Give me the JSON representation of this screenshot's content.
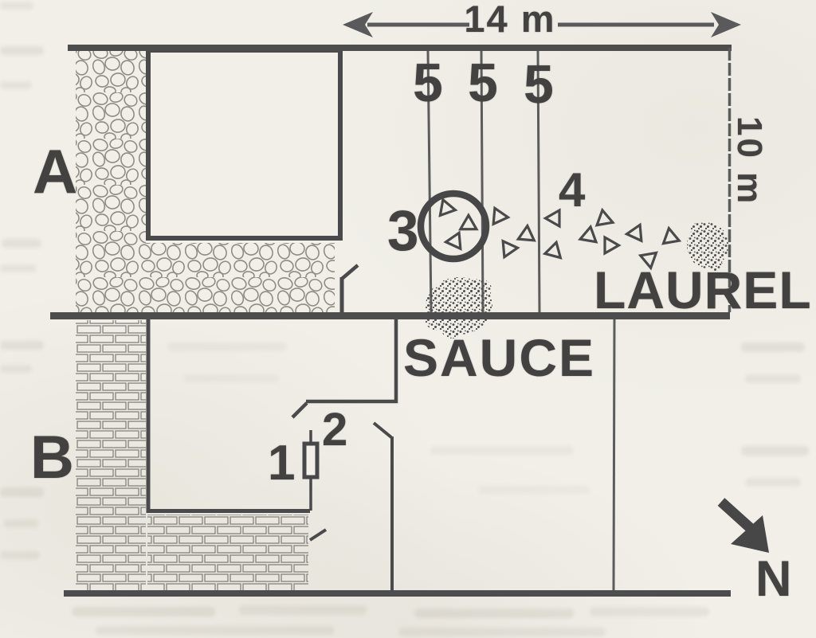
{
  "figure": {
    "zone_labels": {
      "a": "A",
      "b": "B"
    },
    "dimension_labels": {
      "width": "14 m",
      "height": "10 m"
    },
    "plant_labels": {
      "sauce": "SAUCE",
      "laurel": "LAUREL"
    },
    "feature_labels": {
      "f1": "1",
      "f2": "2",
      "f3": "3",
      "f4": "4"
    },
    "channel_labels": [
      "5",
      "5",
      "5"
    ],
    "compass": {
      "north": "N"
    },
    "colors": {
      "ink": "#474747",
      "thin_line": "#5c5c5c",
      "texture_stroke": "#8e8c86",
      "paper": "#f1efe8"
    }
  }
}
